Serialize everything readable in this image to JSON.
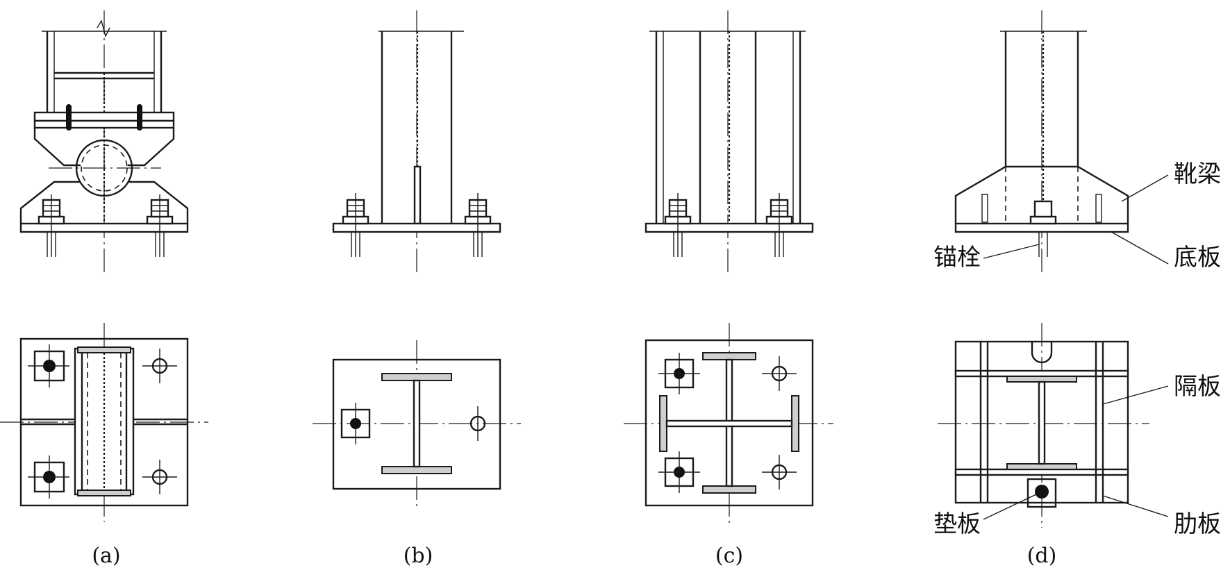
{
  "captions": {
    "a": "(a)",
    "b": "(b)",
    "c": "(c)",
    "d": "(d)"
  },
  "labels": {
    "boot_beam": "靴梁",
    "anchor_bolt": "锚栓",
    "base_plate": "底板",
    "diaphragm": "隔板",
    "washer_plate": "垫板",
    "rib_plate": "肋板"
  }
}
